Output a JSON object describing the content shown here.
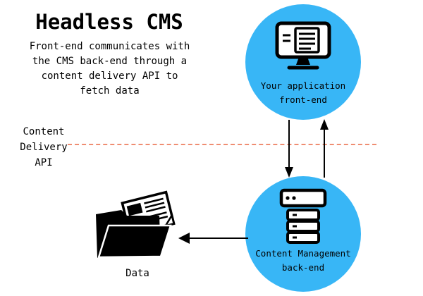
{
  "title": "Headless CMS",
  "description_lines": {
    "0": "Front-end communicates with",
    "1": "the CMS back-end through a",
    "2": "content delivery API to",
    "3": "fetch data"
  },
  "api_label_lines": {
    "0": "Content",
    "1": "Delivery",
    "2": "API"
  },
  "nodes": {
    "frontend": {
      "label_line1": "Your application",
      "label_line2": "front-end",
      "icon": "monitor-content-icon"
    },
    "backend": {
      "label_line1": "Content Management",
      "label_line2": "back-end",
      "icon": "server-stack-icon"
    }
  },
  "data_store": {
    "label": "Data",
    "icon": "folder-documents-icon"
  },
  "arrows": {
    "frontend_to_backend": "down",
    "backend_to_frontend": "up",
    "backend_to_data": "left"
  },
  "colors": {
    "node_fill": "#38b6f6",
    "dashed_line": "#ef8d72",
    "text": "#000000",
    "background": "#ffffff"
  }
}
